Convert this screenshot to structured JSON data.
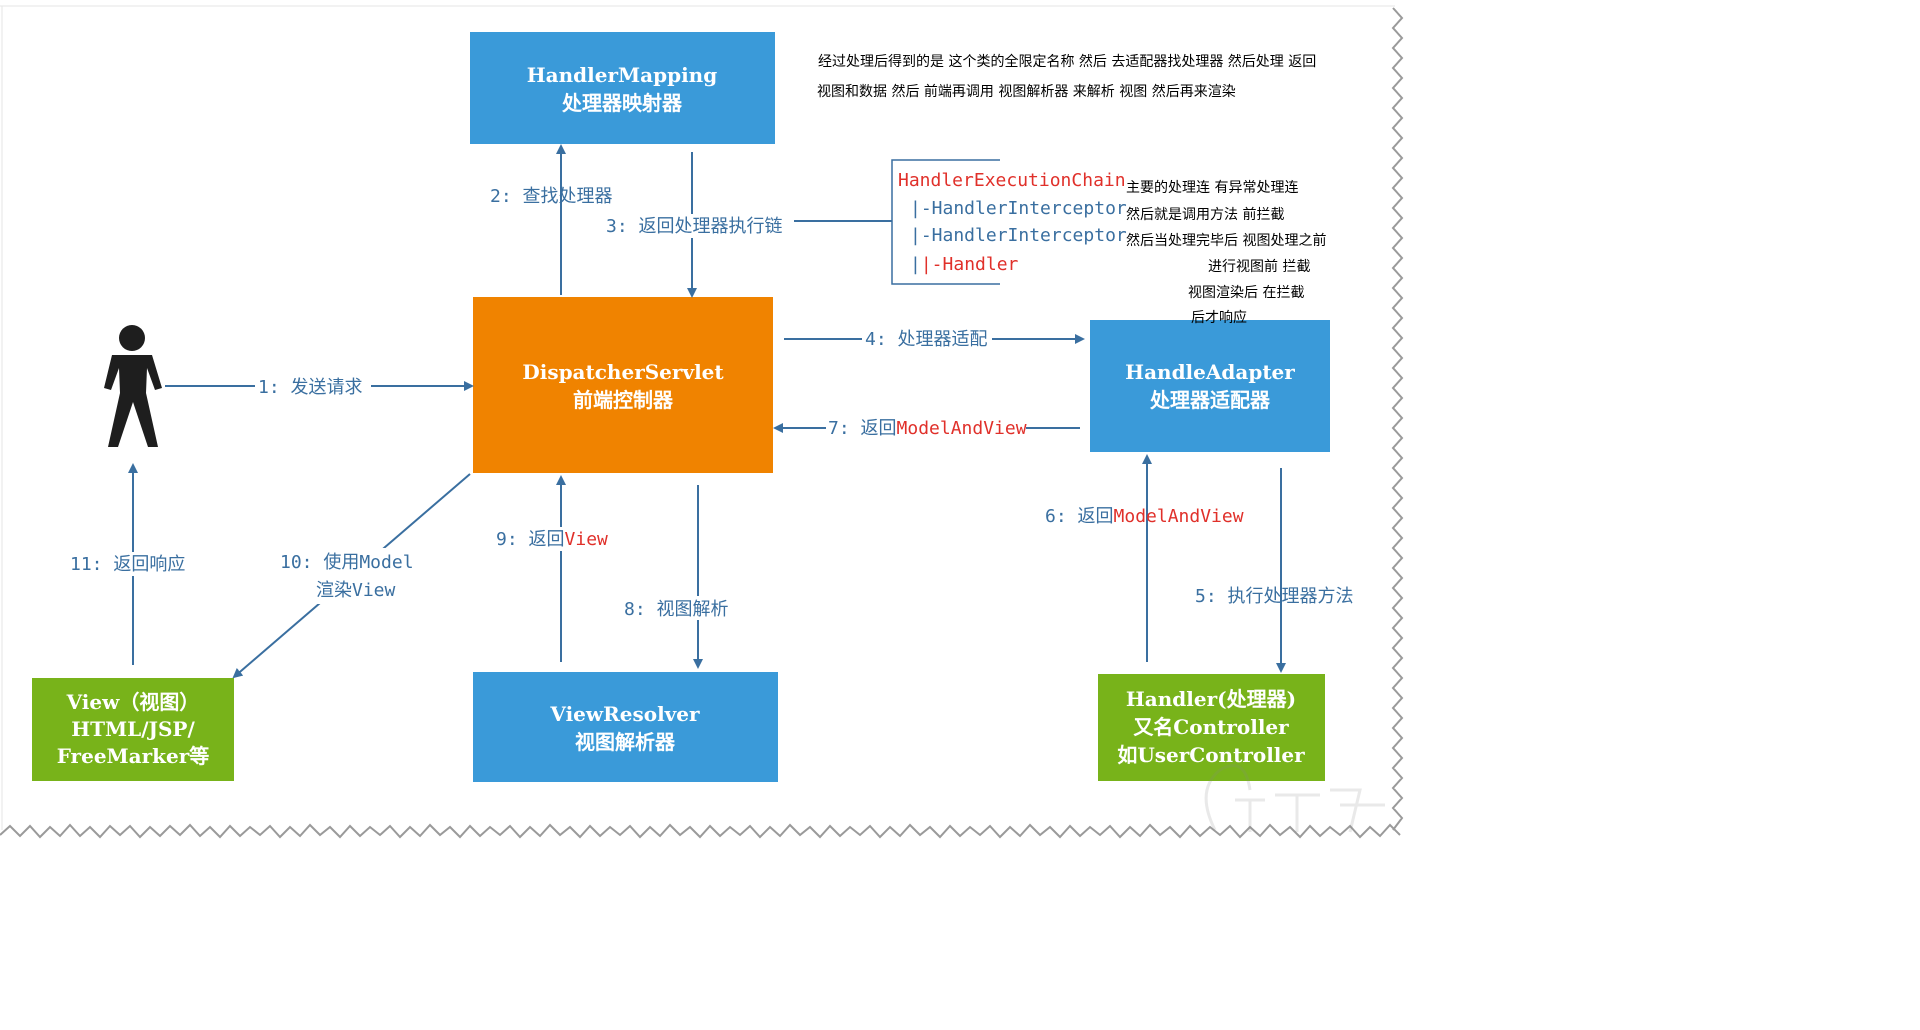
{
  "boxes": {
    "handler_mapping": {
      "line1": "HandlerMapping",
      "line2": "处理器映射器",
      "color": "#3a9ad9"
    },
    "dispatcher": {
      "line1": "DispatcherServlet",
      "line2": "前端控制器",
      "color": "#f08300"
    },
    "handle_adapter": {
      "line1": "HandleAdapter",
      "line2": "处理器适配器",
      "color": "#3a9ad9"
    },
    "view_resolver": {
      "line1": "ViewResolver",
      "line2": "视图解析器",
      "color": "#3a9ad9"
    },
    "view": {
      "line1": "View（视图）",
      "line2": "HTML/JSP/",
      "line3": "FreeMarker等",
      "color": "#78b31a"
    },
    "handler": {
      "line1": "Handler(处理器)",
      "line2": "又名Controller",
      "line3": "如UserController",
      "color": "#78b31a"
    }
  },
  "steps": {
    "s1": "1: 发送请求",
    "s2": "2: 查找处理器",
    "s3": "3: 返回处理器执行链",
    "s4": "4: 处理器适配",
    "s5": "5: 执行处理器方法",
    "s6_prefix": "6: 返回",
    "s6_red": "ModelAndView",
    "s7_prefix": "7: 返回",
    "s7_red": "ModelAndView",
    "s8": "8: 视图解析",
    "s9_prefix": "9: 返回",
    "s9_red": "View",
    "s10_line1": "10: 使用Model",
    "s10_line2": "渲染View",
    "s11": "11: 返回响应"
  },
  "chain": {
    "title": "HandlerExecutionChain",
    "item1": "|-HandlerInterceptor",
    "item2": "|-HandlerInterceptor",
    "item3": "|-Handler"
  },
  "notes": {
    "top_line1": "经过处理后得到的是 这个类的全限定名称 然后 去适配器找处理器  然后处理 返回",
    "top_line2": "视图和数据  然后 前端再调用 视图解析器 来解析 视图 然后再来渲染",
    "side1": "主要的处理连  有异常处理连",
    "side2": "然后就是调用方法    前拦截",
    "side3": "然后当处理完毕后  视图处理之前",
    "side4": "进行视图前 拦截",
    "side5": "视图渲染后 在拦截",
    "side6": "后才响应"
  },
  "colors": {
    "arrow": "#3a6fa0",
    "label": "#3a6fa0",
    "red_text": "#e0302a",
    "chain_border": "#3a6fa0"
  },
  "icons": {
    "user": "person-icon",
    "watermark": "watermark-logo"
  }
}
